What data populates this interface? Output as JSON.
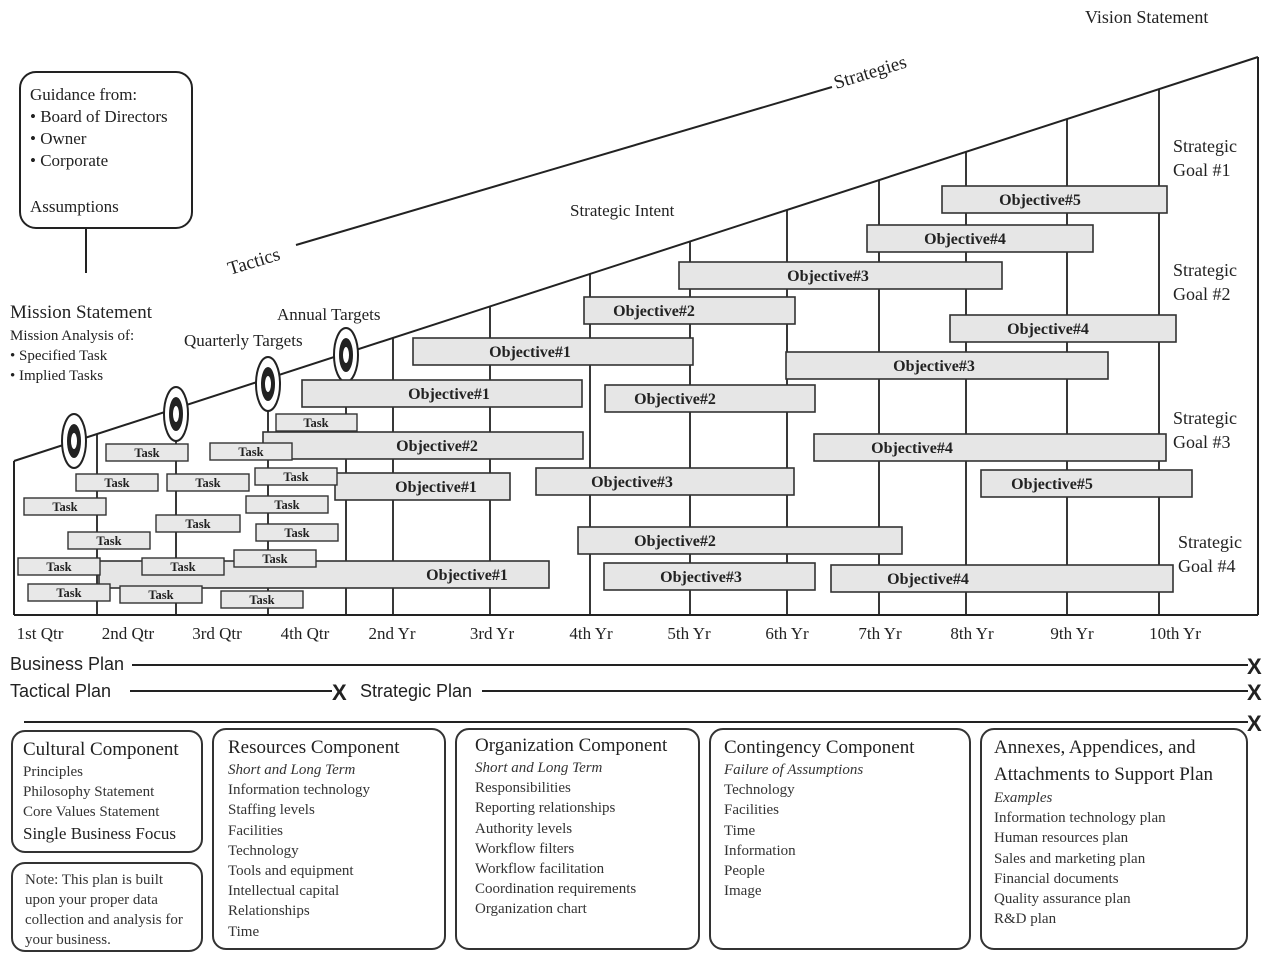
{
  "vision": "Vision Statement",
  "strategies": "Strategies",
  "tactics": "Tactics",
  "strategic_intent": "Strategic Intent",
  "guidance": {
    "title": "Guidance from:",
    "items": [
      "• Board of Directors",
      "• Owner",
      "• Corporate"
    ],
    "assumptions": "Assumptions"
  },
  "mission": {
    "title": "Mission Statement",
    "sub": "Mission Analysis of:",
    "items": [
      "• Specified Task",
      "• Implied Tasks"
    ]
  },
  "quarterly_targets": "Quarterly Targets",
  "annual_targets": "Annual Targets",
  "goals": [
    {
      "l1": "Strategic",
      "l2": "Goal #1"
    },
    {
      "l1": "Strategic",
      "l2": "Goal #2"
    },
    {
      "l1": "Strategic",
      "l2": "Goal #3"
    },
    {
      "l1": "Strategic",
      "l2": "Goal #4"
    }
  ],
  "task_label": "Task",
  "objectives": {
    "o1": "Objective#1",
    "o2": "Objective#2",
    "o3": "Objective#3",
    "o4": "Objective#4",
    "o5": "Objective#5"
  },
  "time_axis": [
    "1st Qtr",
    "2nd Qtr",
    "3rd Qtr",
    "4th Qtr",
    "2nd Yr",
    "3rd Yr",
    "4th Yr",
    "5th Yr",
    "6th Yr",
    "7th Yr",
    "8th Yr",
    "9th Yr",
    "10th Yr"
  ],
  "plans": {
    "business": "Business Plan",
    "tactical": "Tactical Plan",
    "strategic": "Strategic Plan",
    "x": "X"
  },
  "components": {
    "cultural": {
      "title": "Cultural Component",
      "items": [
        "Principles",
        "Philosophy  Statement",
        "Core Values Statement"
      ],
      "strong": "Single Business Focus"
    },
    "note": "Note: This plan is built upon your proper data collection and analysis for your business.",
    "resources": {
      "title": "Resources Component",
      "sub": "Short and Long Term",
      "items": [
        "Information technology",
        "Staffing levels",
        "Facilities",
        "Technology",
        "Tools and equipment",
        "Intellectual capital",
        "Relationships",
        "Time"
      ]
    },
    "organization": {
      "title": "Organization Component",
      "sub": "Short and Long Term",
      "items": [
        "Responsibilities",
        "Reporting relationships",
        "Authority  levels",
        "Workflow filters",
        "Workflow facilitation",
        "Coordination requirements",
        "Organization chart"
      ]
    },
    "contingency": {
      "title": "Contingency  Component",
      "sub": "Failure of Assumptions",
      "items": [
        "Technology",
        "Facilities",
        "Time",
        "Information",
        "People",
        "Image"
      ]
    },
    "annexes": {
      "title1": "Annexes, Appendices, and",
      "title2": "Attachments to Support Plan",
      "sub": "Examples",
      "items": [
        "Information technology plan",
        "Human resources plan",
        "Sales and marketing plan",
        "Financial documents",
        "Quality assurance plan",
        "R&D plan"
      ]
    }
  }
}
